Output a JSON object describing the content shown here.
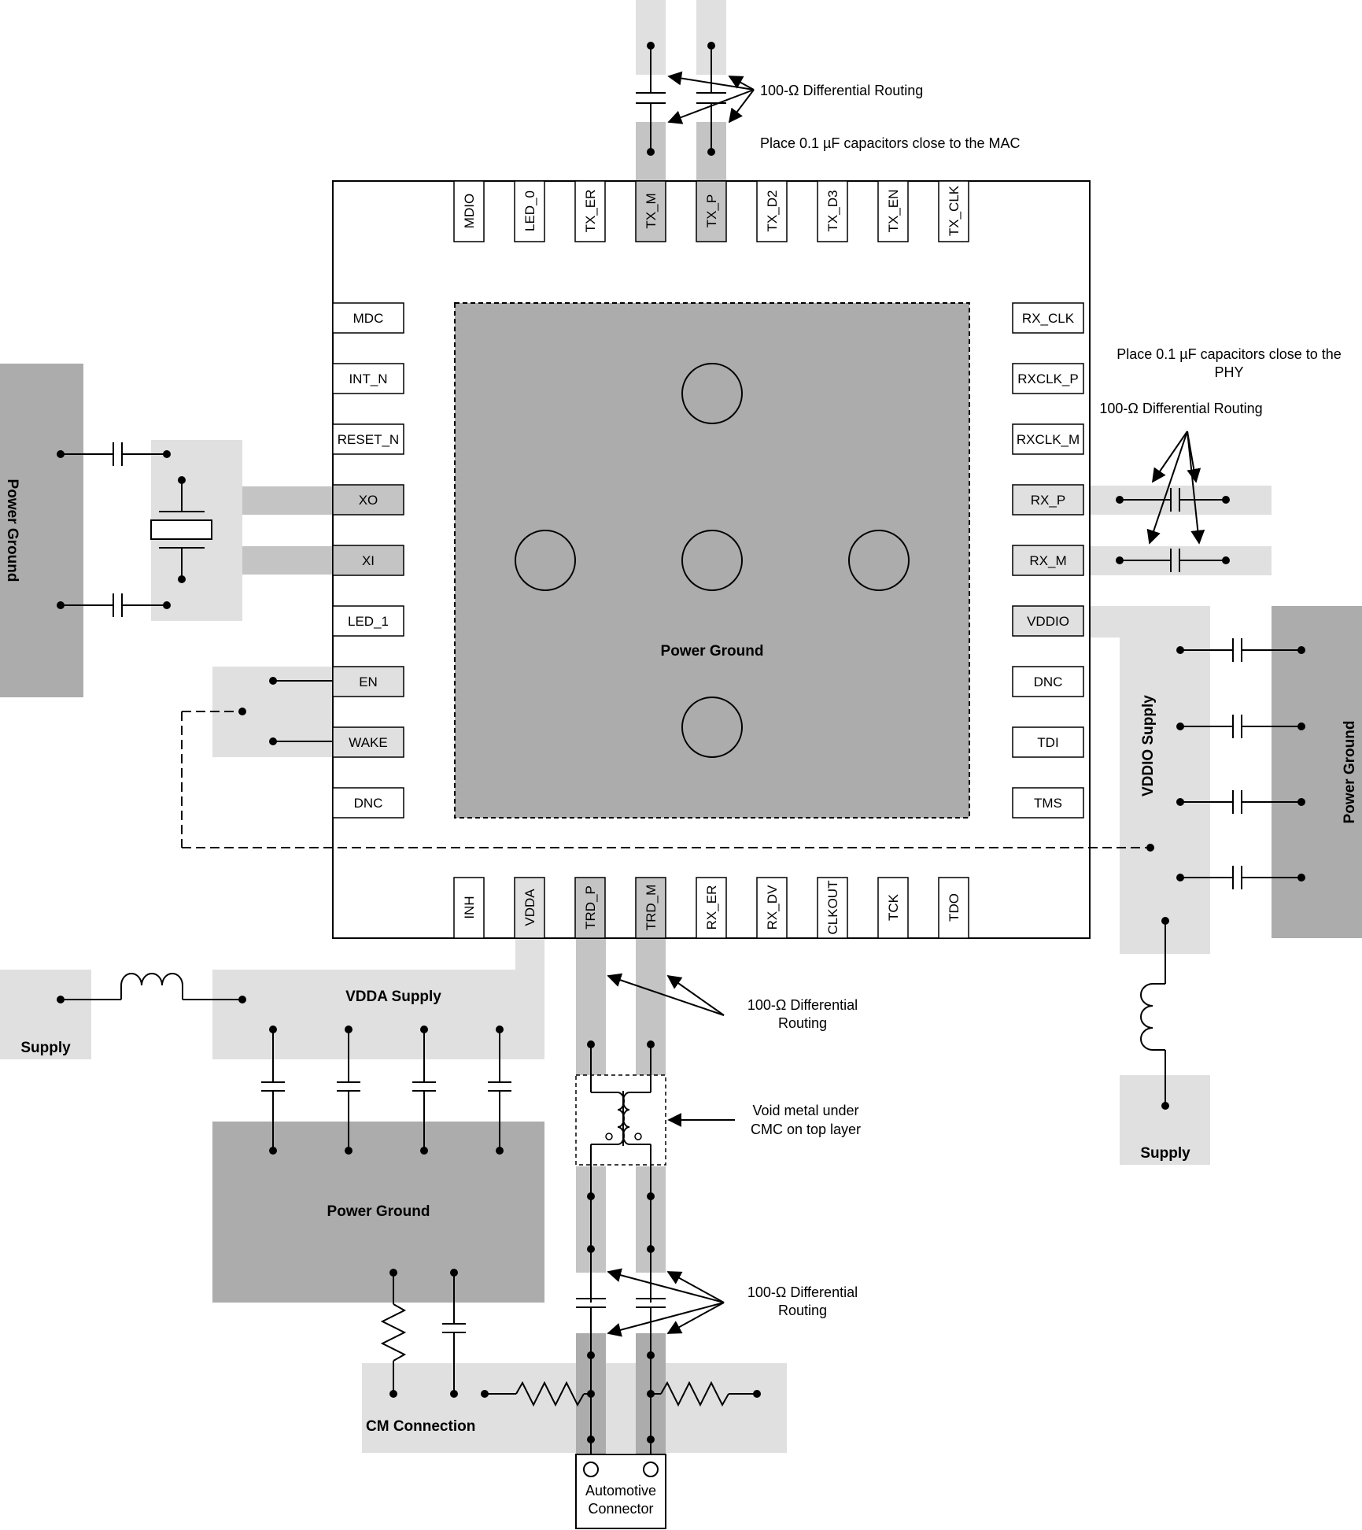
{
  "colors": {
    "light_fill": "#e4e4e4",
    "mid_fill": "#c8c8c8",
    "dark_fill": "#acacac",
    "line": "#000000"
  },
  "pins": {
    "top": [
      "MDIO",
      "LED_0",
      "TX_ER",
      "TX_M",
      "TX_P",
      "TX_D2",
      "TX_D3",
      "TX_EN",
      "TX_CLK"
    ],
    "left": [
      "MDC",
      "INT_N",
      "RESET_N",
      "XO",
      "XI",
      "LED_1",
      "EN",
      "WAKE",
      "DNC"
    ],
    "right": [
      "RX_CLK",
      "RXCLK_P",
      "RXCLK_M",
      "RX_P",
      "RX_M",
      "VDDIO",
      "DNC",
      "TDI",
      "TMS"
    ],
    "bottom": [
      "INH",
      "VDDA",
      "TRD_P",
      "TRD_M",
      "RX_ER",
      "RX_DV",
      "CLKOUT",
      "TCK",
      "TDO"
    ]
  },
  "labels": {
    "center_ground": "Power Ground",
    "left_ground": "Power Ground",
    "right_ground": "Power Ground",
    "vdda_supply": "VDDA Supply",
    "supply_left": "Supply",
    "supply_right": "Supply",
    "vddio_supply": "VDDIO Supply",
    "bottom_ground": "Power Ground",
    "cm_connection": "CM Connection",
    "connector_line1": "Automotive",
    "connector_line2": "Connector"
  },
  "notes": {
    "mac_routing": "100-Ω Differential Routing",
    "mac_caps": "Place 0.1 µF capacitors close to the MAC",
    "phy_caps_line1": "Place 0.1 µF capacitors close to the",
    "phy_caps_line2": "PHY",
    "phy_routing": "100-Ω Differential Routing",
    "trd_routing_1_line1": "100-Ω Differential",
    "trd_routing_1_line2": "Routing",
    "void_line1": "Void metal under",
    "void_line2": "CMC on top layer",
    "trd_routing_2_line1": "100-Ω Differential",
    "trd_routing_2_line2": "Routing"
  }
}
